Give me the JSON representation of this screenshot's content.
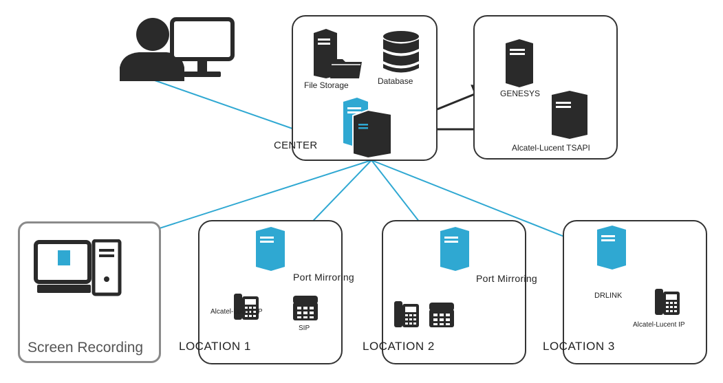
{
  "colors": {
    "accent": "#2fa8d2",
    "dark": "#2a2a2a",
    "box_border": "#333333",
    "gray_border": "#8a8a8a"
  },
  "center": {
    "label": "CENTER",
    "file_storage": "File Storage",
    "database": "Database"
  },
  "integrations": {
    "genesys": "GENESYS",
    "tsapi": "Alcatel-Lucent TSAPI"
  },
  "screen_recording": {
    "label": "Screen Recording"
  },
  "location1": {
    "label": "LOCATION 1",
    "port_mirroring": "Port Mirroring",
    "phone1": "Alcatel-Lucent IP",
    "phone2": "SIP"
  },
  "location2": {
    "label": "LOCATION 2",
    "port_mirroring": "Port Mirroring"
  },
  "location3": {
    "label": "LOCATION 3",
    "drlink": "DRLINK",
    "phone": "Alcatel-Lucent IP"
  },
  "icons": [
    "user-at-computer-icon",
    "server-icon",
    "database-icon",
    "folder-icon",
    "desktop-computer-icon",
    "desk-phone-icon",
    "arrow-icon"
  ]
}
